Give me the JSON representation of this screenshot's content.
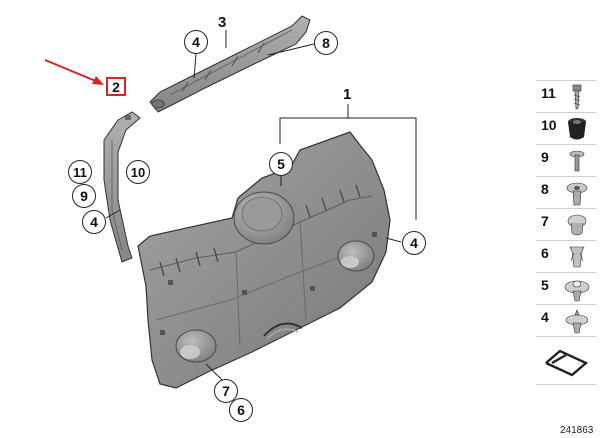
{
  "diagram": {
    "callouts": [
      {
        "id": "c3-top",
        "label": "3"
      },
      {
        "id": "c4-trim",
        "label": "4"
      },
      {
        "id": "c8",
        "label": "8"
      },
      {
        "id": "c1",
        "label": "1"
      },
      {
        "id": "c2",
        "label": "2"
      },
      {
        "id": "c11",
        "label": "11"
      },
      {
        "id": "c10",
        "label": "10"
      },
      {
        "id": "c9",
        "label": "9"
      },
      {
        "id": "c4-pillar",
        "label": "4"
      },
      {
        "id": "c5",
        "label": "5"
      },
      {
        "id": "c4-right",
        "label": "4"
      },
      {
        "id": "c7",
        "label": "7"
      },
      {
        "id": "c6",
        "label": "6"
      }
    ],
    "highlighted_part": "2",
    "arrow_color": "#e02020",
    "part_color": "#8c8c8c",
    "legend": {
      "items": [
        {
          "num": "11",
          "icon": "screw-icon"
        },
        {
          "num": "10",
          "icon": "grommet-icon"
        },
        {
          "num": "9",
          "icon": "bolt-icon"
        },
        {
          "num": "8",
          "icon": "expanding-rivet-icon"
        },
        {
          "num": "7",
          "icon": "plug-icon"
        },
        {
          "num": "6",
          "icon": "clip-icon"
        },
        {
          "num": "5",
          "icon": "push-rivet-icon"
        },
        {
          "num": "4",
          "icon": "trim-clip-icon"
        }
      ],
      "kit_icon": "kit-symbol-icon"
    },
    "diagram_number": "241863"
  }
}
